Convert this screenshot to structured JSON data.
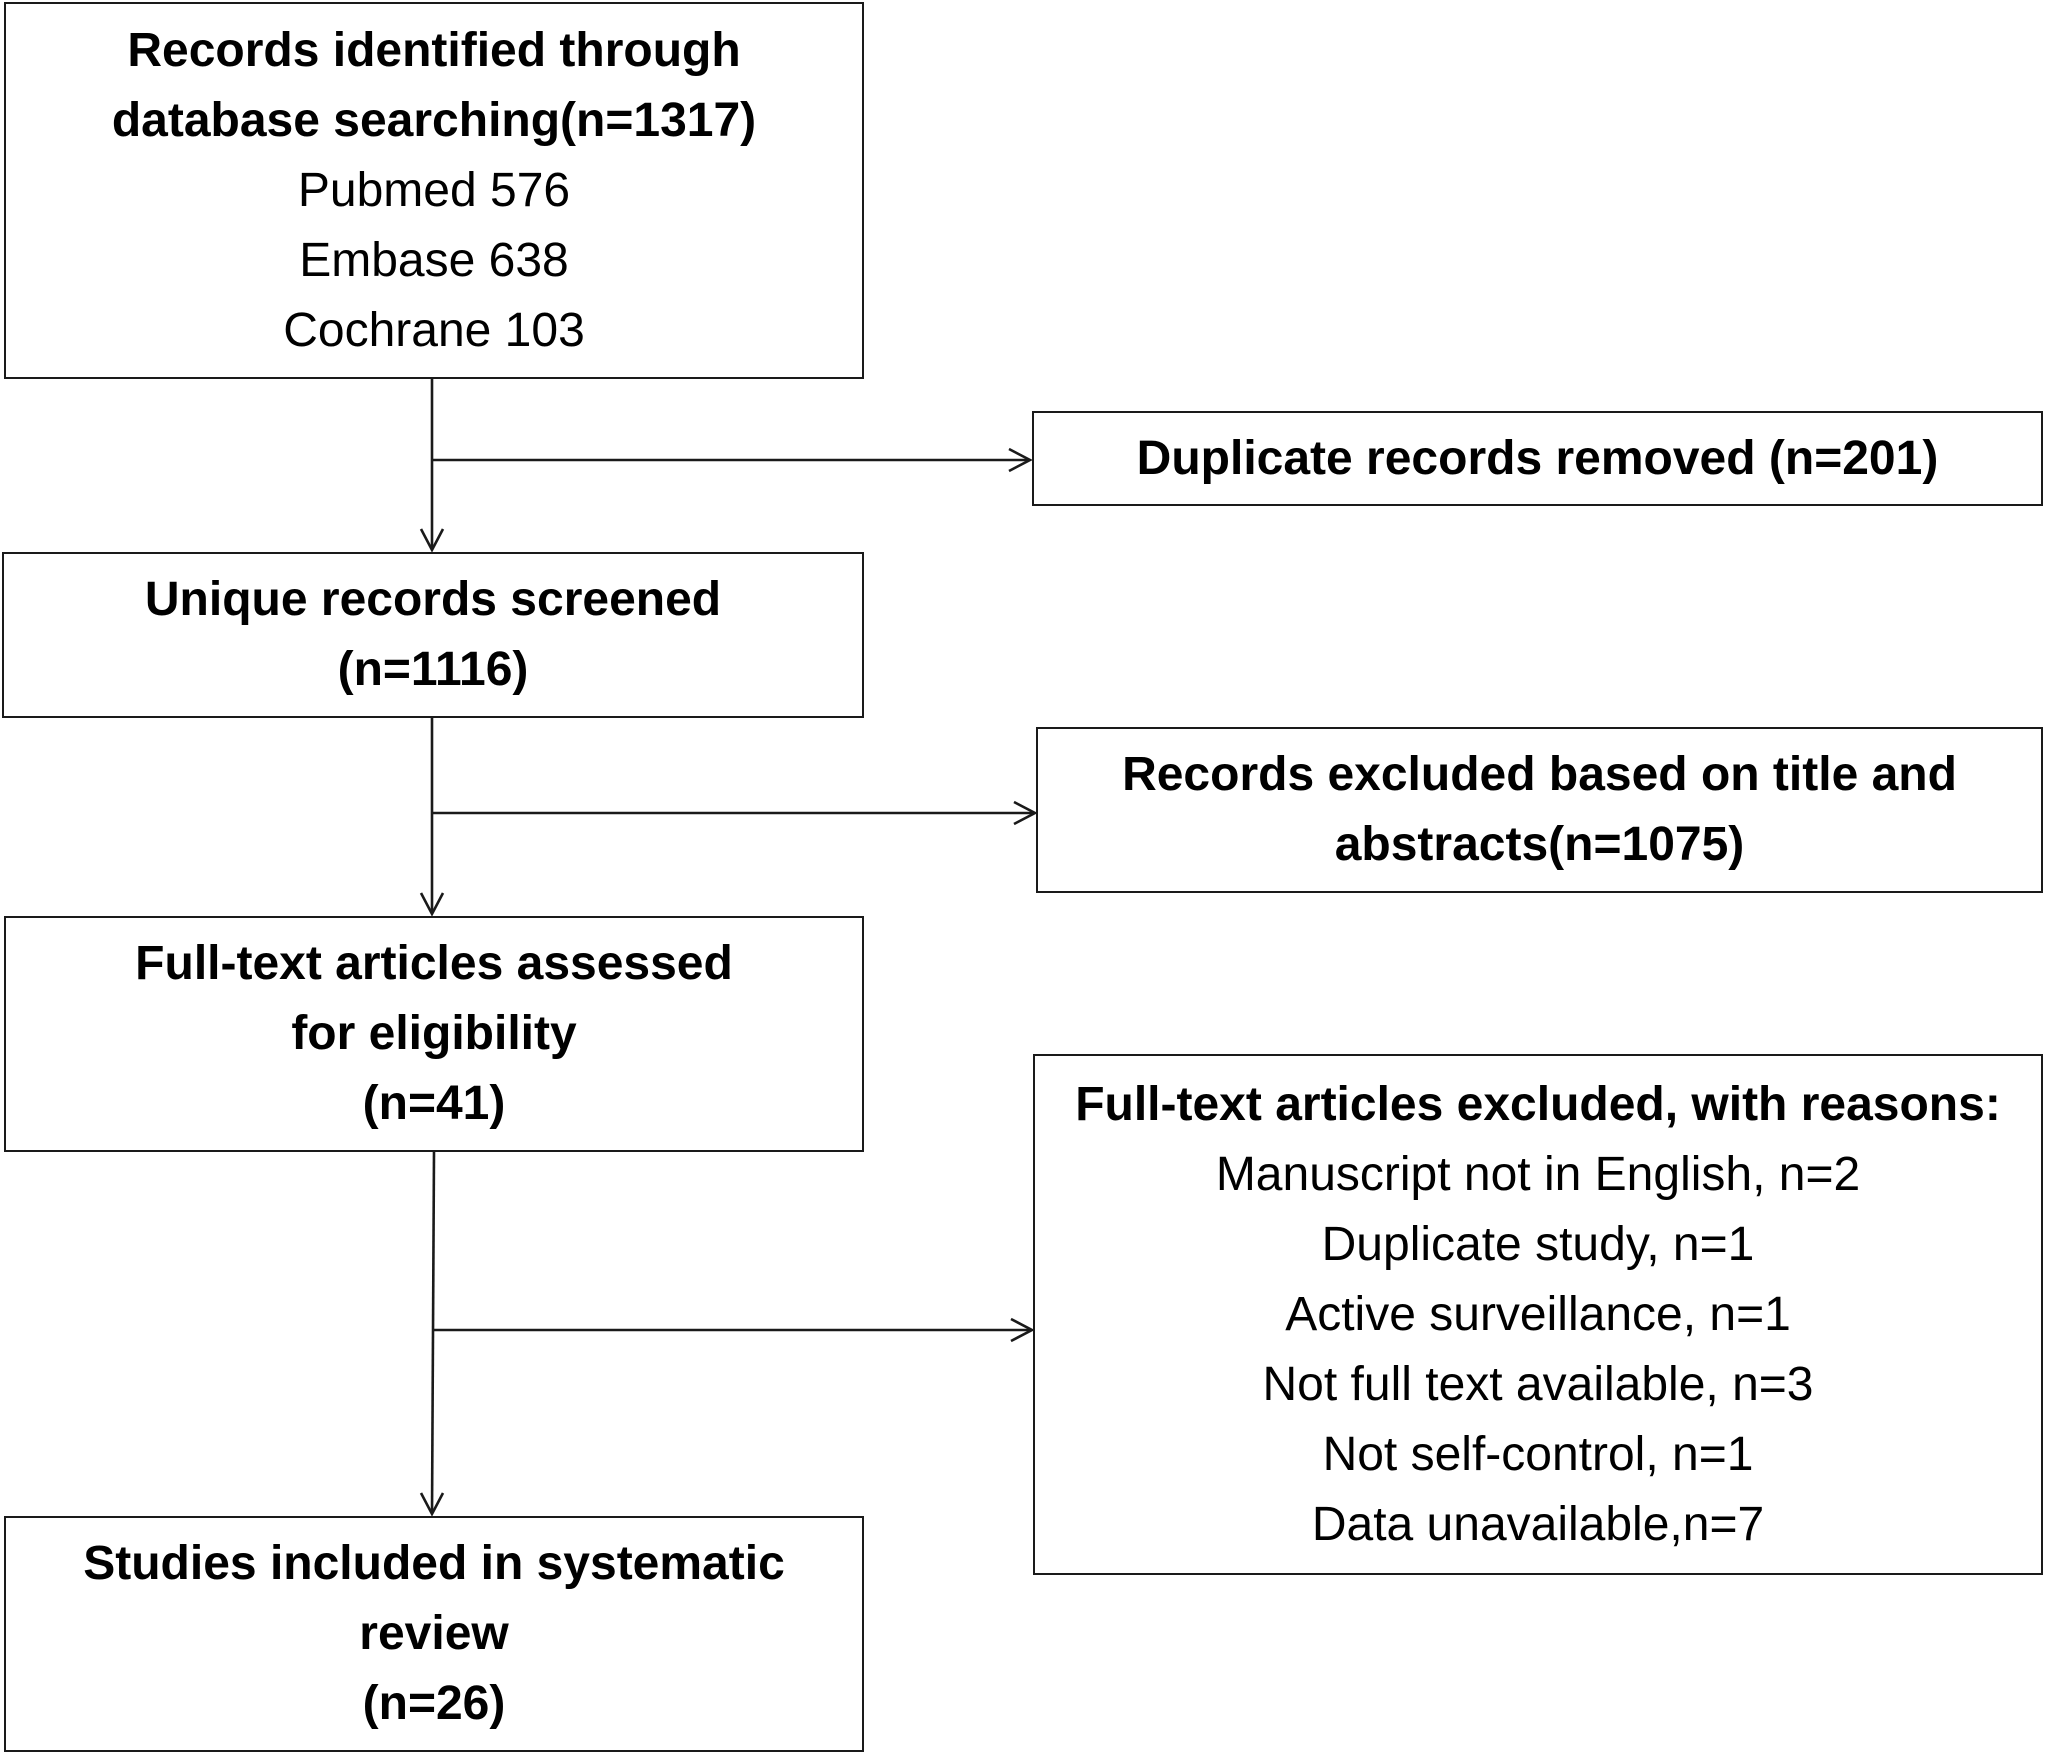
{
  "boxes": {
    "identified": {
      "title_line1": "Records identified through",
      "title_line2": "database searching(n=1317)",
      "detail_line1": "Pubmed 576",
      "detail_line2": "Embase 638",
      "detail_line3": "Cochrane 103"
    },
    "duplicates": {
      "text": "Duplicate records removed (n=201)"
    },
    "screened": {
      "line1": "Unique records screened",
      "line2": "(n=1116)"
    },
    "excluded_title": {
      "line1": "Records excluded based on title and",
      "line2": "abstracts(n=1075)"
    },
    "fulltext": {
      "line1": "Full-text articles assessed",
      "line2": "for eligibility",
      "line3": "(n=41)"
    },
    "fulltext_excluded": {
      "heading": "Full-text articles excluded, with reasons:",
      "reasons": [
        "Manuscript not in English, n=2",
        "Duplicate study, n=1",
        "Active surveillance, n=1",
        "Not full text available, n=3",
        "Not self-control, n=1",
        "Data unavailable,n=7"
      ]
    },
    "included": {
      "line1": "Studies included in systematic",
      "line2": "review",
      "line3": "(n=26)"
    }
  }
}
